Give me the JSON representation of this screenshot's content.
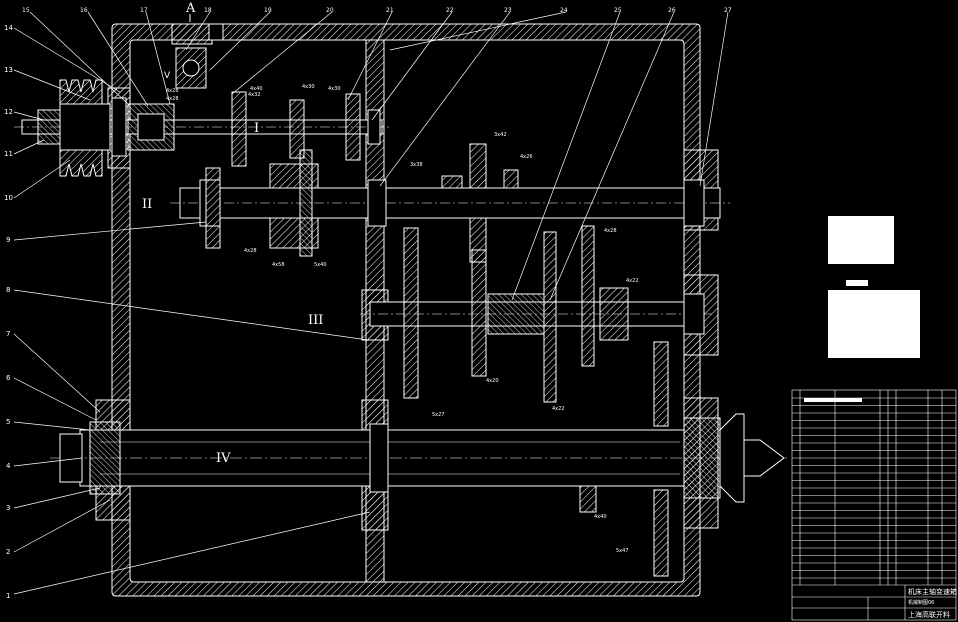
{
  "drawing": {
    "section_label": "A",
    "shaft_labels": [
      "I",
      "II",
      "III",
      "IV"
    ],
    "left_callouts": [
      "14",
      "13",
      "12",
      "11",
      "10",
      "9",
      "8",
      "7",
      "6",
      "5",
      "4",
      "3",
      "2",
      "1"
    ],
    "top_callouts": [
      "15",
      "16",
      "17",
      "18",
      "19",
      "20",
      "21",
      "22",
      "23",
      "24",
      "25",
      "26",
      "27"
    ],
    "gear_notes": [
      "4x28",
      "4x28",
      "4x32",
      "4x30",
      "3x42",
      "3x38",
      "4x26",
      "4x40",
      "4x30",
      "4x28",
      "4x58",
      "5x40",
      "4x28",
      "4x22",
      "4x20",
      "5x27",
      "5x47",
      "4x40",
      "4x22"
    ],
    "title_block": {
      "company": "上海高联开料",
      "drawing_title": "机床主轴变速箱",
      "drawing_no": "机械制图06"
    }
  }
}
